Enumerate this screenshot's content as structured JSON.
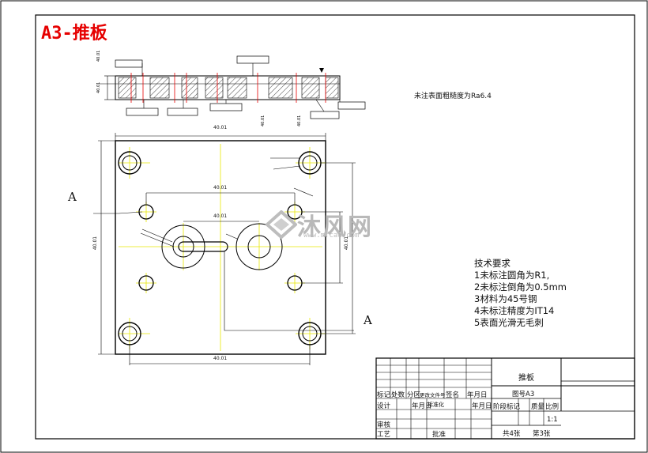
{
  "header": {
    "title": "A3-推板"
  },
  "notes": {
    "roughness": "未注表面粗糙度为Ra6.4"
  },
  "tech_requirements": {
    "heading": "技术要求",
    "items": [
      "1未标注圆角为R1,",
      "2未标注倒角为0.5mm",
      "3材料为45号钢",
      "4未标注精度为IT14",
      "5表面光滑无毛刺"
    ]
  },
  "section_labels": {
    "left": "A",
    "right": "A"
  },
  "dimensions": {
    "top_tol": "40.01",
    "inner_tol": "40.01",
    "mid_tol": "40.01",
    "bottom_tol": "40.01",
    "left_tol": "40.01",
    "right_tol": "40.01"
  },
  "title_block": {
    "part_name": "推板",
    "drawing_no": "图号A3",
    "stage_mark": "阶段标记",
    "weight": "质量",
    "scale_label": "比例",
    "scale_value": "1:1",
    "total_sheets": "共4张",
    "sheet_no": "第3张",
    "design": "设计",
    "review": "审核",
    "process": "工艺",
    "approve": "批准",
    "mark": "标记",
    "count": "处数",
    "zone": "分区",
    "doc_no": "更改文件号",
    "sign": "签名",
    "date": "年月日",
    "standardize": "标准化",
    "date2": "年月日",
    "date3": "年月日"
  },
  "watermark": {
    "brand": "沐风网",
    "url": "www.mfcad.com"
  },
  "colors": {
    "accent": "#e60000",
    "line": "#000000",
    "center": "#e8e800",
    "watermark": "#b9b9b9"
  }
}
